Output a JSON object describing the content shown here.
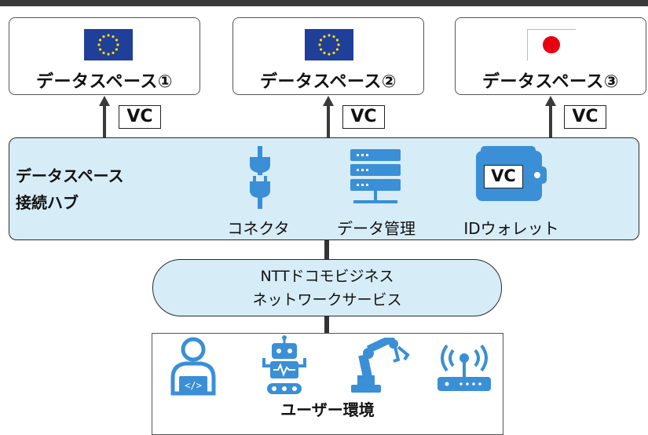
{
  "data_spaces": [
    {
      "label": "データスペース①",
      "flag": "eu-flag-icon"
    },
    {
      "label": "データスペース②",
      "flag": "eu-flag-icon"
    },
    {
      "label": "データスペース③",
      "flag": "japan-flag-icon"
    }
  ],
  "vc_label": "VC",
  "hub": {
    "title_line1": "データスペース",
    "title_line2": "接続ハブ",
    "components": [
      {
        "label": "コネクタ",
        "icon": "plug-icon"
      },
      {
        "label": "データ管理",
        "icon": "server-icon"
      },
      {
        "label": "IDウォレット",
        "icon": "wallet-icon"
      }
    ],
    "wallet_vc": "VC"
  },
  "network": {
    "line1": "NTTドコモビジネス",
    "line2": "ネットワークサービス"
  },
  "user_env": {
    "label": "ユーザー環境",
    "icons": [
      "developer-icon",
      "robot-icon",
      "robot-arm-icon",
      "wifi-router-icon"
    ]
  },
  "colors": {
    "accent_blue": "#3a8fd6",
    "hub_fill": "#d6ecf7",
    "eu_blue": "#1f3f99",
    "japan_red": "#e60012"
  }
}
